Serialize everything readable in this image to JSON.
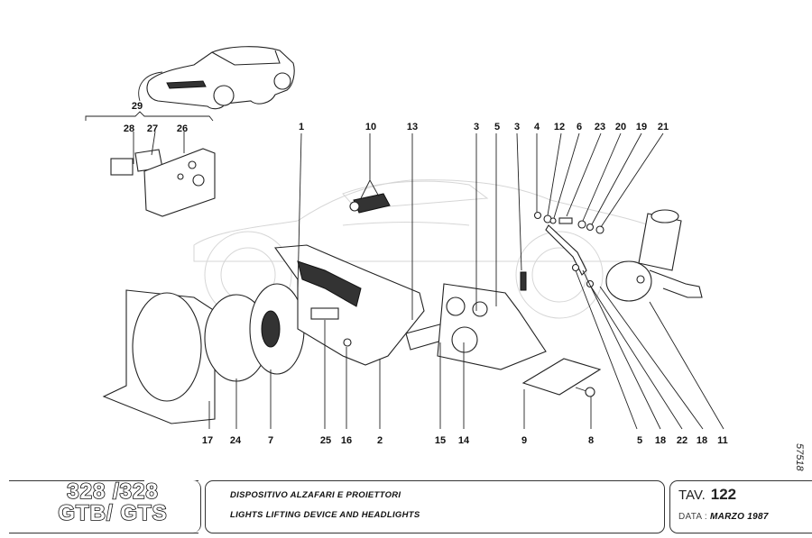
{
  "document": {
    "type": "exploded parts diagram",
    "drawing_number": "57518"
  },
  "callouts_top": [
    {
      "id": "29",
      "label": "29"
    },
    {
      "id": "28",
      "label": "28"
    },
    {
      "id": "27",
      "label": "27"
    },
    {
      "id": "26",
      "label": "26"
    },
    {
      "id": "1",
      "label": "1"
    },
    {
      "id": "10",
      "label": "10"
    },
    {
      "id": "13",
      "label": "13"
    },
    {
      "id": "3a",
      "label": "3"
    },
    {
      "id": "5a",
      "label": "5"
    },
    {
      "id": "3b",
      "label": "3"
    },
    {
      "id": "4",
      "label": "4"
    },
    {
      "id": "12",
      "label": "12"
    },
    {
      "id": "6",
      "label": "6"
    },
    {
      "id": "23",
      "label": "23"
    },
    {
      "id": "20",
      "label": "20"
    },
    {
      "id": "19",
      "label": "19"
    },
    {
      "id": "21",
      "label": "21"
    }
  ],
  "callouts_bottom": [
    {
      "id": "17",
      "label": "17"
    },
    {
      "id": "24",
      "label": "24"
    },
    {
      "id": "7",
      "label": "7"
    },
    {
      "id": "25",
      "label": "25"
    },
    {
      "id": "16",
      "label": "16"
    },
    {
      "id": "2",
      "label": "2"
    },
    {
      "id": "15",
      "label": "15"
    },
    {
      "id": "14",
      "label": "14"
    },
    {
      "id": "9",
      "label": "9"
    },
    {
      "id": "8",
      "label": "8"
    },
    {
      "id": "5b",
      "label": "5"
    },
    {
      "id": "18a",
      "label": "18"
    },
    {
      "id": "22",
      "label": "22"
    },
    {
      "id": "18b",
      "label": "18"
    },
    {
      "id": "11",
      "label": "11"
    }
  ],
  "title_block": {
    "model_line1": "328 /328",
    "model_line2": "GTB/ GTS",
    "description_it": "DISPOSITIVO ALZAFARI E PROIETTORI",
    "description_en": "LIGHTS LIFTING DEVICE AND HEADLIGHTS",
    "table_label": "TAV.",
    "table_number": "122",
    "date_label": "DATA :",
    "date_value": "MARZO 1987"
  }
}
